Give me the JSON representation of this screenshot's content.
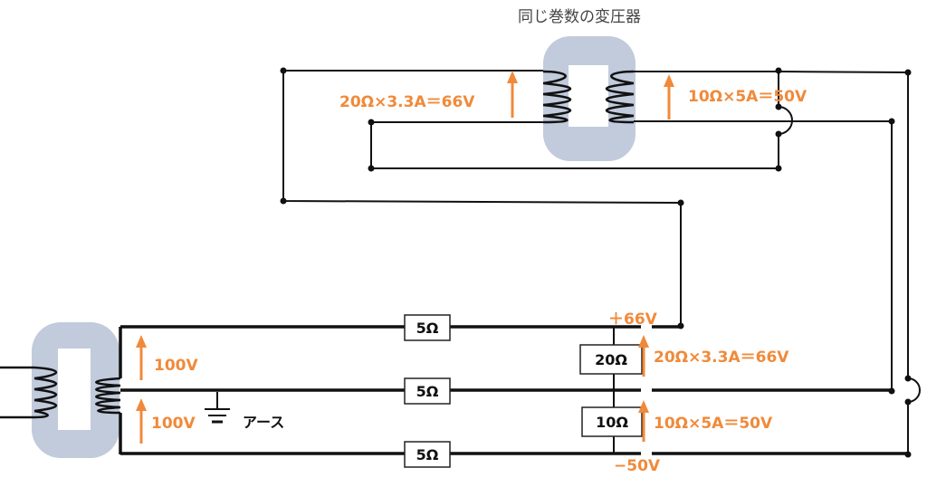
{
  "title": "同じ巻数の変圧器",
  "colors": {
    "annotation": "#f08a3a",
    "core": "#c1cbdc",
    "wire": "#111111"
  },
  "top_transformer": {
    "left_label": "20Ω×3.3A＝66V",
    "right_label": "10Ω×5A＝50V"
  },
  "bottom_circuit": {
    "upper_voltage": "100V",
    "lower_voltage": "100V",
    "ground_label": "アース",
    "line_resistors": [
      "5Ω",
      "5Ω",
      "5Ω"
    ],
    "load_upper": "20Ω",
    "load_lower": "10Ω",
    "load_upper_label": "20Ω×3.3A＝66V",
    "load_lower_label": "10Ω×5A＝50V",
    "plus_potential": "＋66V",
    "minus_potential": "−50V"
  }
}
